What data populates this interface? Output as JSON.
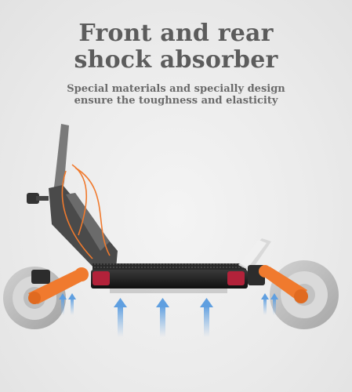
{
  "headline": {
    "line1": "Front and rear",
    "line2": "shock absorber"
  },
  "subheadline": {
    "line1": "Special materials and specially design",
    "line2": "ensure the toughness and elasticity"
  },
  "illustration": {
    "subject": "scooter-icon",
    "accent_color": "#f07a2e",
    "arrow_color": "#7fb2e6",
    "deck_color": "#1e1e1e",
    "trim_color": "#b2223a"
  }
}
